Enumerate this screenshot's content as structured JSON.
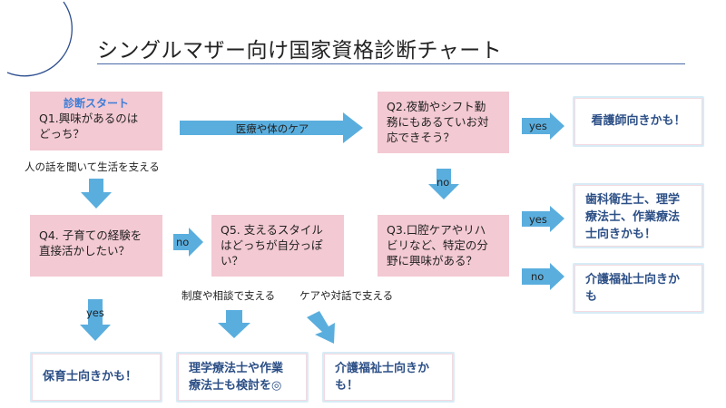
{
  "title": "シングルマザー向け国家資格診断チャート",
  "colors": {
    "question_bg": "#f3c9d3",
    "arrow": "#5aaede",
    "result_text": "#2c4f86",
    "start_text": "#3f7ed6"
  },
  "q1": {
    "start_label": "診断スタート",
    "text": "Q1.興味があるのは\nどっち？"
  },
  "q2": {
    "text": "Q2.夜勤やシフト勤\n務にもあるていお対\n応できそう？"
  },
  "q3": {
    "text": "Q3.口腔ケアやリハ\nビリなど、特定の分\n野に興味がある？"
  },
  "q4": {
    "text": "Q4. 子育ての経験を\n直接活かしたい？"
  },
  "q5": {
    "text": "Q5. 支えるスタイル\nはどっちが自分っぽ\nい？"
  },
  "results": {
    "nurse": "看護師向きかも！",
    "dental_pt": "歯科衛生士、理学\n療法士、作業療法\n士向きかも！",
    "care_right": "介護福祉士向きか\nも",
    "nursery": "保育士向きかも！",
    "pt_ot": "理学療法士や作業\n療法士も検討を◎",
    "care_bottom": "介護福祉士向きか\nも！"
  },
  "arrows": {
    "q1_to_q2": "医療や体のケア",
    "q1_down": "人の話を聞いて生活を支える",
    "q2_yes": "yes",
    "q2_no": "no",
    "q3_yes": "yes",
    "q3_no": "no",
    "q4_no": "no",
    "q4_yes": "yes",
    "q5_left": "制度や相談で支える",
    "q5_right": "ケアや対話で支える"
  }
}
